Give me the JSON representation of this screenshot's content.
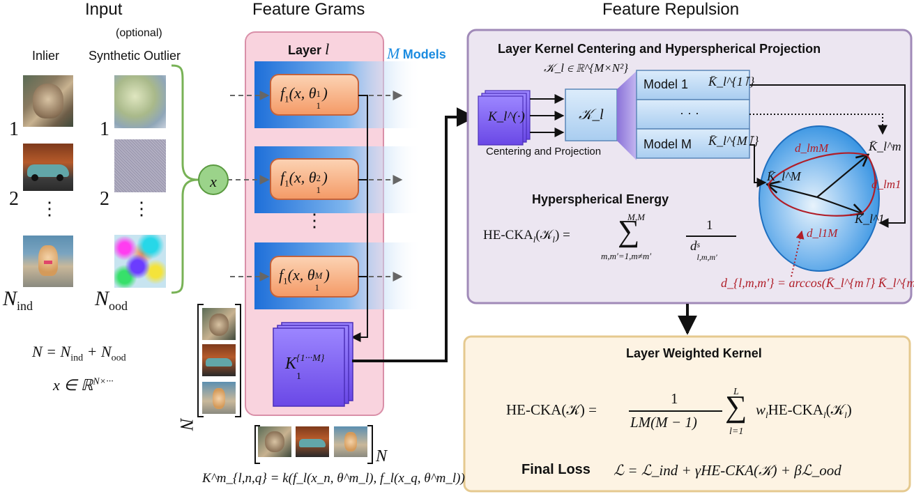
{
  "input": {
    "title": "Input",
    "optional": "(optional)",
    "inlier_label": "Inlier",
    "outlier_label": "Synthetic Outlier",
    "index_1": "1",
    "index_2": "2",
    "vdots": "⋮",
    "n_ind": "N",
    "n_ind_sub": "ind",
    "n_ood": "N",
    "n_ood_sub": "ood",
    "eq_n": "N = N",
    "eq_n_ind_sub": "ind",
    "eq_plus": " + N",
    "eq_n_ood_sub": "ood",
    "eq_x": "x ∈ ℝ",
    "eq_x_sup": "N×···",
    "x_node": "x"
  },
  "feature_grams": {
    "title": "Feature Grams",
    "layer_label": "Layer",
    "layer_var": "l",
    "models_var": "M",
    "models_label": "Models",
    "f_prefix": "f",
    "f_sub": "1",
    "f_args": "(x, θ",
    "f_theta_sub": "1",
    "f_sup_1": "1",
    "f_sup_2": "2",
    "f_sup_m": "M",
    "vdots": "⋮",
    "kernel_main": "K",
    "kernel_sub": "1",
    "kernel_sup": "{1···M}",
    "batch_n_left": "N",
    "batch_n_bottom": "N",
    "kernel_def": "K^m_{l,n,q} = k(f_l(x_n, θ^m_l), f_l(x_q, θ^m_l))"
  },
  "feature_repulsion": {
    "title": "Feature Repulsion",
    "top_box_title": "Layer Kernel Centering and Hyperspherical Projection",
    "k_space": "𝒦_l ∈ ℝ^{M×N²}",
    "k_stack_label": "K_l^(·)",
    "k_cal_label": "𝒦_l",
    "centering_label": "Centering and Projection",
    "model_1": "Model 1",
    "model_1_kernel": "K̄_l^{1⊺}",
    "model_dots": "· · ·",
    "model_m": "Model M",
    "model_m_kernel": "K̄_l^{M⊺}",
    "he_title": "Hyperspherical Energy",
    "he_formula_lhs": "HE-CKA",
    "he_formula_sub": "l",
    "he_formula_arg": "(𝒦",
    "he_formula_arg_sub": "l",
    "he_formula_arg_close": ") =",
    "he_sum_top": "M,M",
    "he_sum_bottom": "m,m′=1,m≠m′",
    "he_frac_num": "1",
    "he_frac_den": "d",
    "he_frac_den_sup": "s",
    "he_frac_den_sub": "l,m,m′",
    "sphere_k_m": "K̄_l^m",
    "sphere_k_M": "K̄_l^M",
    "sphere_k_1": "K̄_l^1",
    "d_lmM": "d_lmM",
    "d_lm1": "d_lm1",
    "d_l1M": "d_l1M",
    "d_def": "d_{l,m,m′} = arccos(K̄_l^{m⊺} K̄_l^{m′})"
  },
  "weighted": {
    "title": "Layer Weighted Kernel",
    "lhs": "HE-CKA(𝒦) =",
    "frac_num": "1",
    "frac_den": "LM(M − 1)",
    "sum_top": "L",
    "sum_bottom": "l=1",
    "rhs": "w",
    "rhs_sub": "l",
    "rhs_rest": "HE-CKA",
    "rhs_sub2": "l",
    "rhs_arg": "(𝒦",
    "rhs_arg_sub": "l",
    "rhs_close": ")",
    "final_label": "Final Loss",
    "final_formula": "ℒ = ℒ_ind + γHE-CKA(𝒦) + βℒ_ood"
  },
  "colors": {
    "pink_bg": "#f9d3de",
    "pink_border": "#d98fa8",
    "blue_band": "#1e6fd9",
    "orange_box": "#f7a978",
    "orange_border": "#c4623a",
    "purple_box": "#7b5cf0",
    "purple_panel": "#ece6f1",
    "purple_border": "#a08ab8",
    "cream_panel": "#fdf3e3",
    "cream_border": "#e5c98f",
    "green_node": "#9bd38a",
    "green_brace": "#78b256",
    "red": "#b01e28",
    "sphere": "#2f8fe0",
    "models_text": "#1a8be0"
  }
}
